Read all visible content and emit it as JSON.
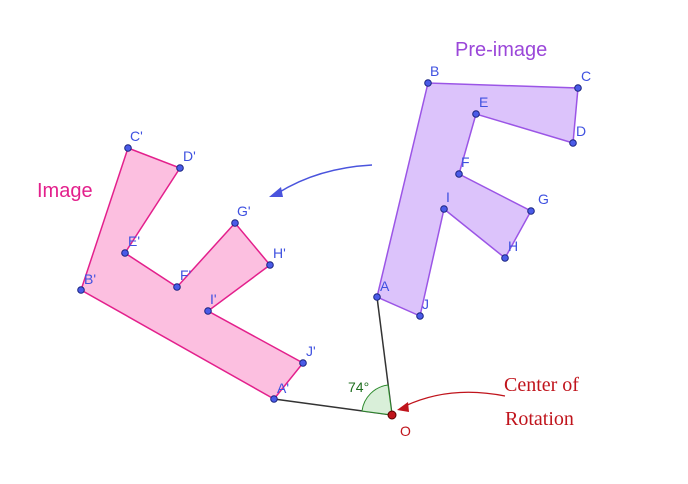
{
  "texts": {
    "preimage_title": "Pre-image",
    "image_title": "Image",
    "center_line1": "Center of",
    "center_line2": "Rotation",
    "angle": "74°",
    "center_label": "O"
  },
  "colors": {
    "preimage_fill": "#dcc3fb",
    "preimage_stroke": "#9b55e6",
    "preimage_title": "#9b47d9",
    "image_fill": "#fcbfe0",
    "image_stroke": "#e3208c",
    "image_title": "#e3208c",
    "point": "#4a5be8",
    "label": "#3f51e0",
    "rotation_arrow": "#4a54dd",
    "center_arrow": "#c0141c",
    "angle_fill": "#d9efd9",
    "angle_stroke": "#2e8b2e"
  },
  "preimage_labels": [
    "A",
    "B",
    "C",
    "D",
    "E",
    "F",
    "G",
    "H",
    "I",
    "J"
  ],
  "image_labels": [
    "A'",
    "B'",
    "C'",
    "D'",
    "E'",
    "F'",
    "G'",
    "H'",
    "I'",
    "J'"
  ]
}
